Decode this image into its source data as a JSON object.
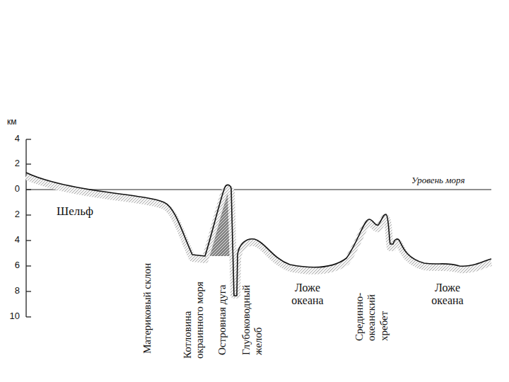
{
  "diagram": {
    "labels": [
      "км",
      "4",
      "2",
      "0",
      "2",
      "4",
      "6",
      "8",
      "10",
      "Уровень моря",
      "Шельф",
      "Материковый склон",
      "Котловина окраинного моря",
      "Островная дуга",
      "Глубоководный желоб",
      "Ложе океана",
      "Срединно- океанский хребет",
      "Ложе океана"
    ]
  }
}
